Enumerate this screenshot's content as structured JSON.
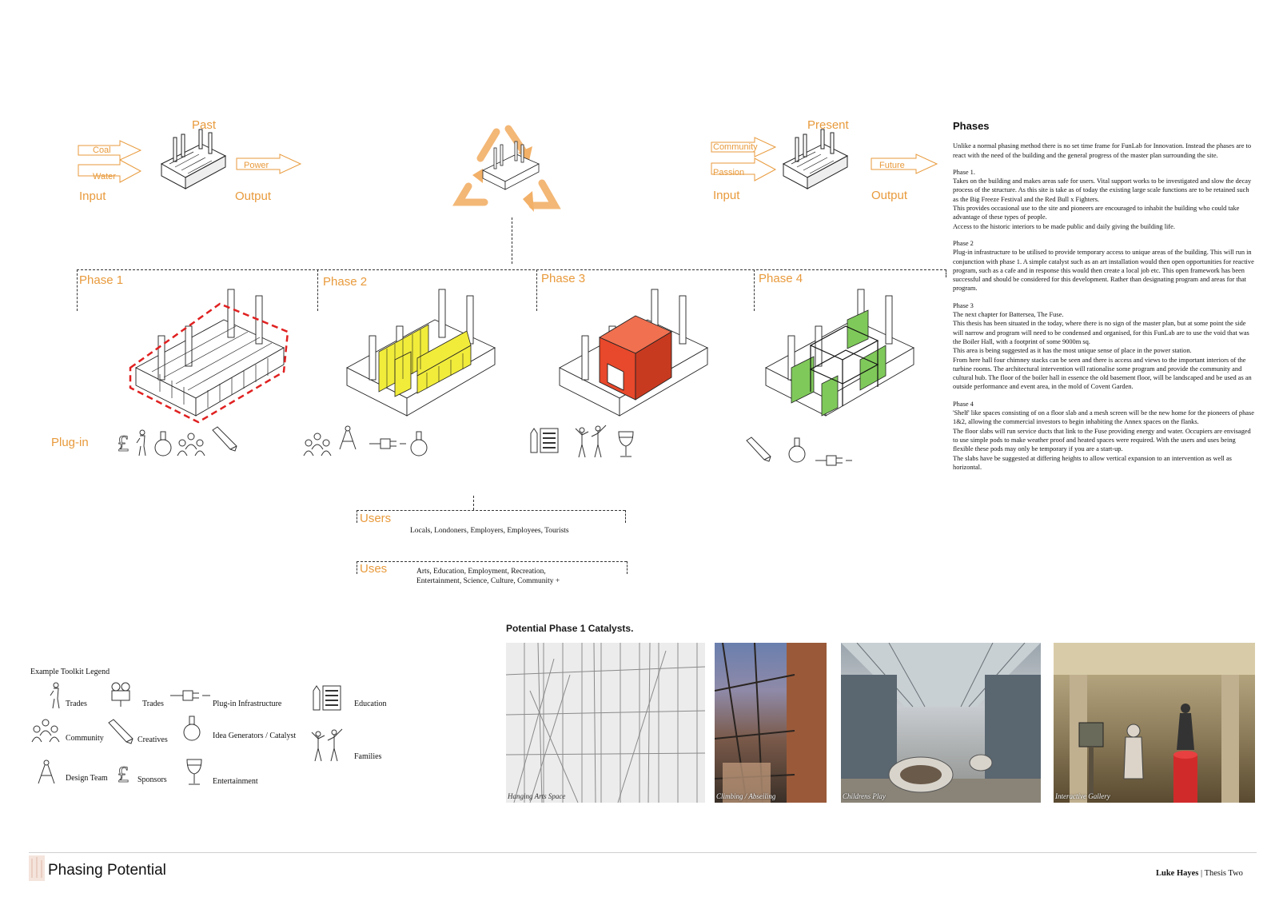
{
  "top": {
    "past": {
      "title": "Past",
      "inputs": [
        "Coal",
        "Water"
      ],
      "output": "Power",
      "input_label": "Input",
      "output_label": "Output"
    },
    "present": {
      "title": "Present",
      "inputs": [
        "Community",
        "Passion"
      ],
      "output": "Future",
      "input_label": "Input",
      "output_label": "Output"
    }
  },
  "phases": [
    {
      "title": "Phase 1",
      "highlight": "outline-red",
      "color": "#e02020"
    },
    {
      "title": "Phase 2",
      "highlight": "yellow",
      "color": "#f1ec3a"
    },
    {
      "title": "Phase 3",
      "highlight": "red",
      "color": "#e8482b"
    },
    {
      "title": "Phase 4",
      "highlight": "green",
      "color": "#7fc95a"
    }
  ],
  "plugin_label": "Plug-in",
  "users": {
    "label": "Users",
    "text": "Locals, Londoners, Employers, Employees, Tourists"
  },
  "uses": {
    "label": "Uses",
    "line1": "Arts, Education, Employment, Recreation,",
    "line2": "Entertainment, Science, Culture, Community +"
  },
  "text_column": {
    "heading": "Phases",
    "intro": "Unlike a normal phasing method there is no set time frame for FunLab for Innovation. Instead the phases are to react with the need of the building and the general progress of the master plan surrounding the site.",
    "p1_title": "Phase 1.",
    "p1_a": "Takes on the building and makes areas safe for users. Vital support works to be investigated and slow the decay process of the structure. As this site is take as of today the existing large scale functions are to be retained such as the Big Freeze Festival and the Red Bull x Fighters.",
    "p1_b": "This provides occasional use to the site and pioneers are encouraged to inhabit the building who could take advantage of these types of people.",
    "p1_c": "Access to the historic interiors to be made public and daily giving the building life.",
    "p2_title": "Phase 2",
    "p2_a": "Plug-in infrastructure to be utilised to provide temporary access to unique areas of the building. This will run in conjunction with phase 1. A simple catalyst such as an art installation would then open opportunities for reactive program, such as a cafe and in response this would then create a local job etc. This open framework has been successful and should be considered for this development. Rather than designating program and areas for that program.",
    "p3_title": "Phase 3",
    "p3_a": "The next chapter for Battersea, The Fuse.",
    "p3_b": "This thesis has been situated in the today, where there is no sign of the master plan, but at some point the side will narrow and program will need to be condensed and organised, for this FunLab are to use the void that was the Boiler Hall, with a footprint of some 9000m sq.",
    "p3_c": "This area is being suggested as it has the most unique sense of place in the power station.",
    "p3_d": "From here hall four chimney stacks can be seen and there is access and views to the important interiors of the turbine rooms. The architectural intervention will rationalise some program and provide the community and cultural hub. The floor of the boiler hall in essence the old basement floor, will be landscaped and be used as an outside performance and event area, in the mold of Covent Garden.",
    "p4_title": "Phase 4",
    "p4_a": "'Shelf' like spaces consisting of on a floor slab and a mesh screen will be the new home for the pioneers of phase 1&2, allowing the commercial investors to begin inhabiting the Annex spaces on the flanks.",
    "p4_b": "The floor slabs will run service ducts that link to the Fuse providing energy and water. Occupiers are envisaged to use simple pods to make weather proof and heated spaces were required. With the users and uses being flexible these pods may only be temporary if you are a start-up.",
    "p4_c": "The slabs have be suggested at differing heights to allow vertical expansion to an intervention as well as horizontal."
  },
  "legend": {
    "title": "Example Toolkit Legend",
    "items": [
      "Trades",
      "Trades",
      "Plug-in Infrastructure",
      "Education",
      "Community",
      "Creatives",
      "Idea Generators / Catalyst",
      "Families",
      "Design Team",
      "Sponsors",
      "Entertainment"
    ]
  },
  "catalysts": {
    "title": "Potential Phase 1 Catalysts.",
    "photos": [
      "Hanging Arts Space",
      "Climbing / Abseiling",
      "Childrens Play",
      "Interactive Gallery"
    ]
  },
  "footer": {
    "title": "Phasing Potential",
    "author": "Luke Hayes",
    "thesis": "Thesis Two"
  },
  "colors": {
    "accent": "#e89a3c"
  }
}
